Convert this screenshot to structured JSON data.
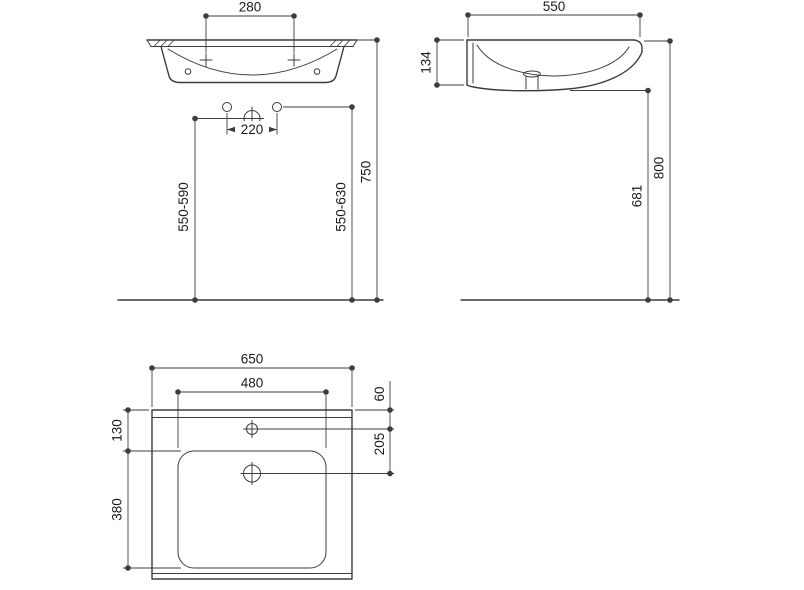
{
  "title": "washbasin-installation-drawing",
  "colors": {
    "line": "#3d3d3d",
    "text": "#1b1b1b",
    "background": "#ffffff"
  },
  "front_view": {
    "dim_fixing_width": "280",
    "dim_hole_spacing": "220",
    "dim_height_drain": "550-590",
    "dim_height_fixing": "550-630",
    "dim_height_rim": "750"
  },
  "side_view": {
    "dim_depth": "550",
    "dim_back_height": "134",
    "dim_underside_clearance": "681",
    "dim_top_height": "800"
  },
  "plan_view": {
    "dim_overall_width": "650",
    "dim_bowl_width": "480",
    "dim_tap_hole_offset": "60",
    "dim_bowl_offset": "130",
    "dim_drain_offset": "205",
    "dim_bowl_depth": "380"
  }
}
